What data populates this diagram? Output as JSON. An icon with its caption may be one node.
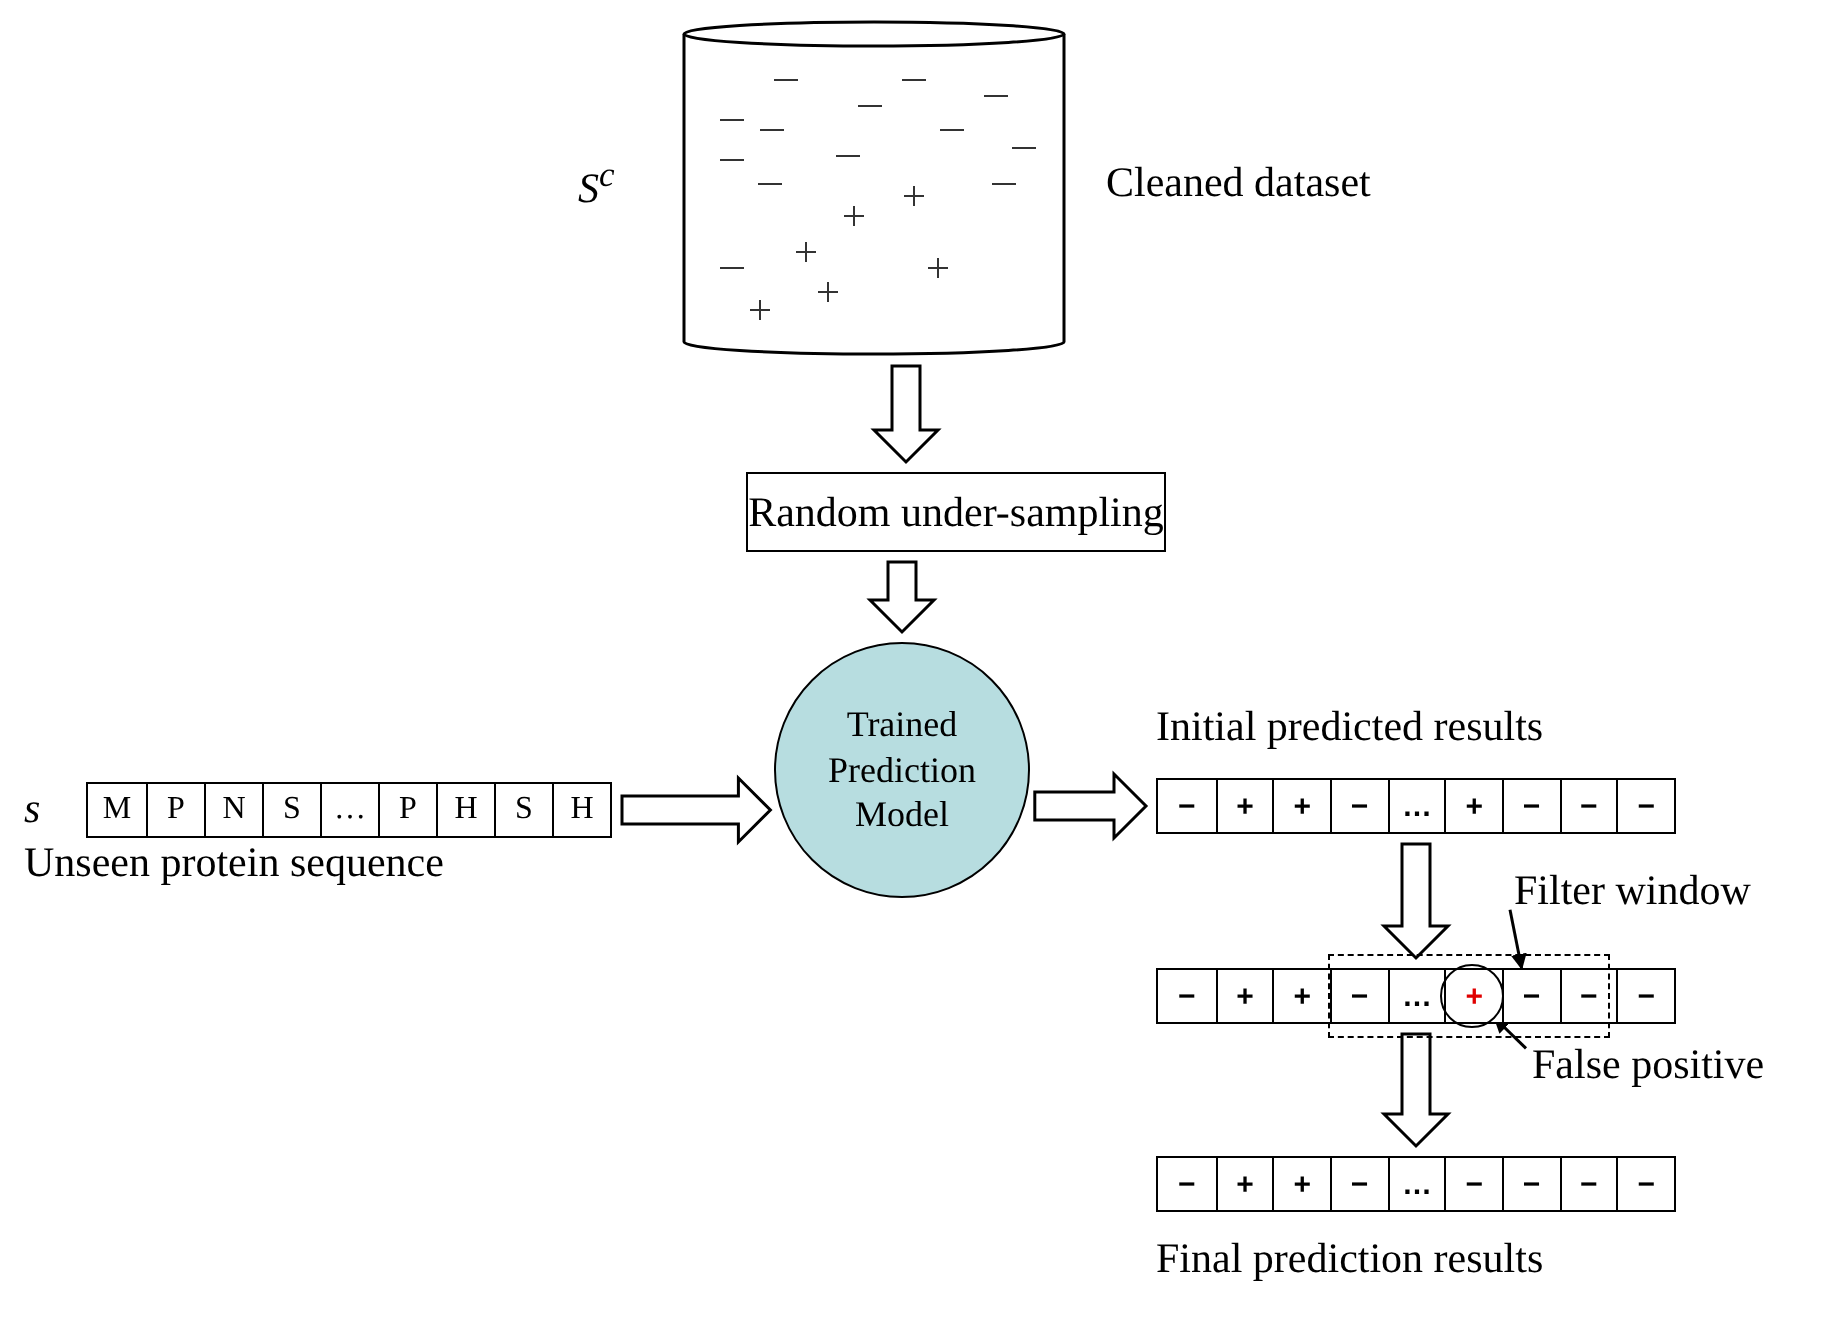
{
  "diagram": {
    "nodes": [
      {
        "text": [],
        "shape": "cylinder",
        "beside": [
          "S$^{c}$",
          "Cleaned dataset"
        ]
      },
      {
        "text": [
          "Random under-sampling"
        ]
      },
      {
        "text": [
          "M",
          "P",
          "N",
          "S",
          "…",
          "P",
          "H",
          "S",
          "H"
        ],
        "beside": [
          "s",
          "Unseen protein sequence"
        ]
      },
      {
        "text": [
          "Trained Prediction Model"
        ]
      },
      {
        "text": [
          "−",
          "+",
          "+",
          "−",
          "…",
          "+",
          "−",
          "−",
          "−"
        ],
        "beside": [
          "Initial predicted results"
        ]
      },
      {
        "text": [
          "Filter window"
        ]
      },
      {
        "text": [
          "−",
          "+",
          "+",
          "−",
          "…",
          "+",
          "−",
          "−",
          "−"
        ]
      },
      {
        "text": [
          "False positive"
        ]
      },
      {
        "text": [
          "−",
          "+",
          "+",
          "−",
          "…",
          "−",
          "−",
          "−",
          "−"
        ],
        "beside": [
          "Final prediction results"
        ]
      }
    ],
    "edges": [
      {
        "from": 0,
        "to": 1,
        "arrow": "to"
      },
      {
        "from": 1,
        "to": 3,
        "arrow": "to"
      },
      {
        "from": 2,
        "to": 3,
        "arrow": "to"
      },
      {
        "from": 3,
        "to": 4,
        "arrow": "to"
      },
      {
        "from": 4,
        "to": 6,
        "arrow": "to"
      },
      {
        "from": 6,
        "to": 8,
        "arrow": "to"
      },
      {
        "from": 5,
        "to": 6,
        "arrow": "to"
      },
      {
        "from": 7,
        "to": null,
        "arrow": "to"
      }
    ]
  }
}
